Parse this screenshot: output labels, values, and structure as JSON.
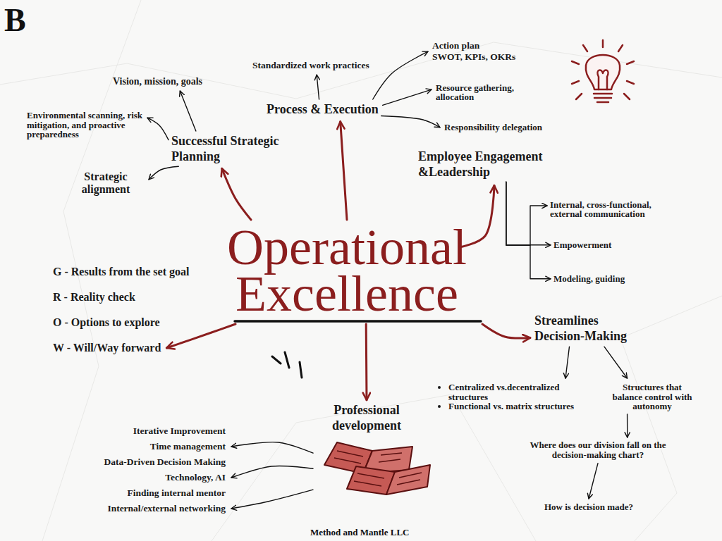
{
  "diagram": {
    "nodes": [
      {
        "text": [
          "Operational Excellence"
        ]
      },
      {
        "text": [
          "Successful Strategic Planning"
        ]
      },
      {
        "text": [
          "Vision, mission, goals"
        ]
      },
      {
        "text": [
          "Environmental scanning, risk mitigation, and proactive preparedness"
        ]
      },
      {
        "text": [
          "Strategic alignment"
        ]
      },
      {
        "text": [
          "Process & Execution"
        ]
      },
      {
        "text": [
          "Standardized work practices"
        ]
      },
      {
        "text": [
          "Action plan",
          "SWOT, KPIs, OKRs"
        ]
      },
      {
        "text": [
          "Resource gathering, allocation"
        ]
      },
      {
        "text": [
          "Responsibility delegation"
        ]
      },
      {
        "text": [
          "Employee Engagement &Leadership"
        ]
      },
      {
        "text": [
          "Internal, cross-functional, external communication"
        ]
      },
      {
        "text": [
          "Empowerment"
        ]
      },
      {
        "text": [
          "Modeling, guiding"
        ]
      },
      {
        "text": [
          "Streamlines Decision-Making"
        ]
      },
      {
        "text": [
          "Centralized vs.decentralized structures",
          "Functional vs. matrix structures"
        ]
      },
      {
        "text": [
          "Structures that balance control with autonomy"
        ]
      },
      {
        "text": [
          "Where does our division fall on the decision-making chart?"
        ]
      },
      {
        "text": [
          "How is decision made?"
        ]
      },
      {
        "text": [
          "Professional development"
        ]
      },
      {
        "text": [
          "Iterative Improvement",
          "Time management",
          "Data-Driven Decision Making",
          "Technology, AI",
          "Finding internal mentor",
          "Internal/external networking"
        ]
      },
      {
        "text": [
          "G - Results from the set goal",
          "R - Reality check",
          "O - Options to explore",
          "W - Will/Way forward"
        ]
      }
    ],
    "edges": [
      {
        "from": 0,
        "to": 1,
        "arrow": "to"
      },
      {
        "from": 0,
        "to": 5,
        "arrow": "to"
      },
      {
        "from": 0,
        "to": 10,
        "arrow": "to"
      },
      {
        "from": 0,
        "to": 14,
        "arrow": "to"
      },
      {
        "from": 0,
        "to": 21,
        "arrow": "to"
      },
      {
        "from": 0,
        "to": 19,
        "arrow": "to"
      },
      {
        "from": 1,
        "to": 2,
        "arrow": "to"
      },
      {
        "from": 1,
        "to": 3,
        "arrow": "to"
      },
      {
        "from": 1,
        "to": 4,
        "arrow": "to"
      },
      {
        "from": 5,
        "to": 6,
        "arrow": "to"
      },
      {
        "from": 5,
        "to": 7,
        "arrow": "to"
      },
      {
        "from": 5,
        "to": 8,
        "arrow": "to"
      },
      {
        "from": 5,
        "to": 9,
        "arrow": "to"
      },
      {
        "from": 10,
        "to": 11,
        "arrow": "to"
      },
      {
        "from": 10,
        "to": 12,
        "arrow": "to"
      },
      {
        "from": 10,
        "to": 13,
        "arrow": "to"
      },
      {
        "from": 14,
        "to": 15,
        "arrow": "to"
      },
      {
        "from": 14,
        "to": 16,
        "arrow": "to"
      },
      {
        "from": 16,
        "to": 17,
        "arrow": "to"
      },
      {
        "from": 17,
        "to": 18,
        "arrow": "to"
      },
      {
        "from": 19,
        "to": 20,
        "arrow": "to"
      },
      {
        "from": 19,
        "to": 20,
        "arrow": "to"
      },
      {
        "from": 19,
        "to": 20,
        "arrow": "to"
      }
    ],
    "labels": [
      "B",
      "Method and Mantle LLC"
    ]
  }
}
